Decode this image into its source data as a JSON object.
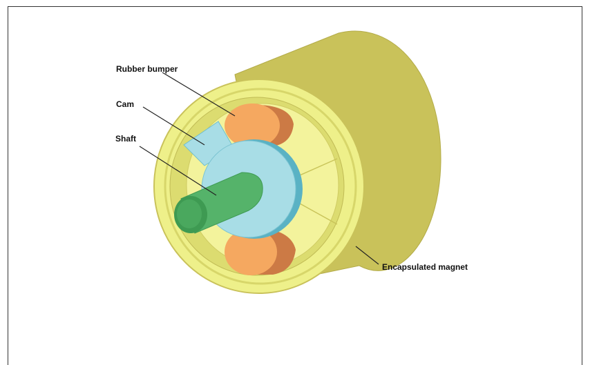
{
  "diagram": {
    "labels": {
      "rubber_bumper": "Rubber bumper",
      "cam": "Cam",
      "shaft": "Shaft",
      "encapsulated_magnet": "Encapsulated magnet"
    },
    "colors": {
      "magnet_body": "#c9c25a",
      "magnet_face": "#eeee80",
      "magnet_rim": "#f5f59a",
      "bumper": "#f5a860",
      "bumper_shadow": "#cc7a45",
      "cam": "#a8dde6",
      "cam_shadow": "#5ab2c4",
      "shaft": "#55b36a",
      "shaft_end": "#3e9a52"
    }
  }
}
